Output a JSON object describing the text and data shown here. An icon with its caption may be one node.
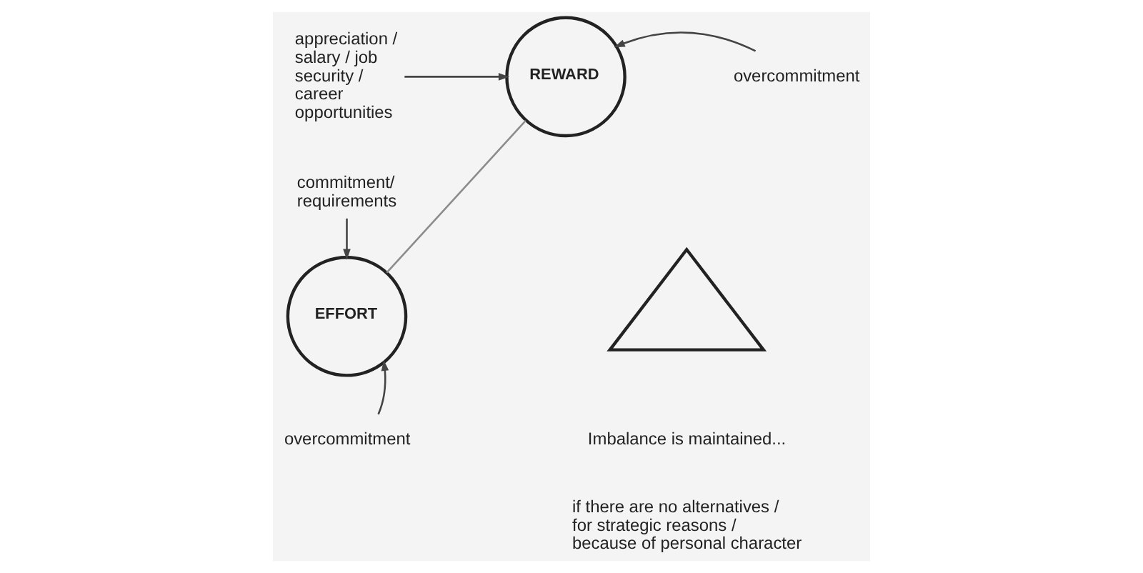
{
  "diagram": {
    "nodes": [
      {
        "text": [
          "appreciation / salary / job security / career opportunities"
        ]
      },
      {
        "text": [
          "REWARD"
        ]
      },
      {
        "text": [
          "overcommitment"
        ]
      },
      {
        "text": [
          "commitment/ requirements"
        ]
      },
      {
        "text": [],
        "shape": "triangle"
      },
      {
        "text": [
          "EFFORT"
        ]
      },
      {
        "text": [
          "overcommitment"
        ]
      }
    ],
    "edges": [
      {
        "from": 0,
        "to": 1,
        "arrow": "to"
      },
      {
        "from": 2,
        "to": 1,
        "arrow": "to"
      },
      {
        "from": 3,
        "to": 5,
        "arrow": "to"
      },
      {
        "from": 6,
        "to": 5,
        "arrow": "to"
      },
      {
        "from": 5,
        "to": 1,
        "arrow": "none",
        "color": "#8c8c8c"
      }
    ],
    "labels": [
      "Imbalance is maintained...",
      "if there are no alternatives / for strategic reasons / because of personal character"
    ]
  }
}
